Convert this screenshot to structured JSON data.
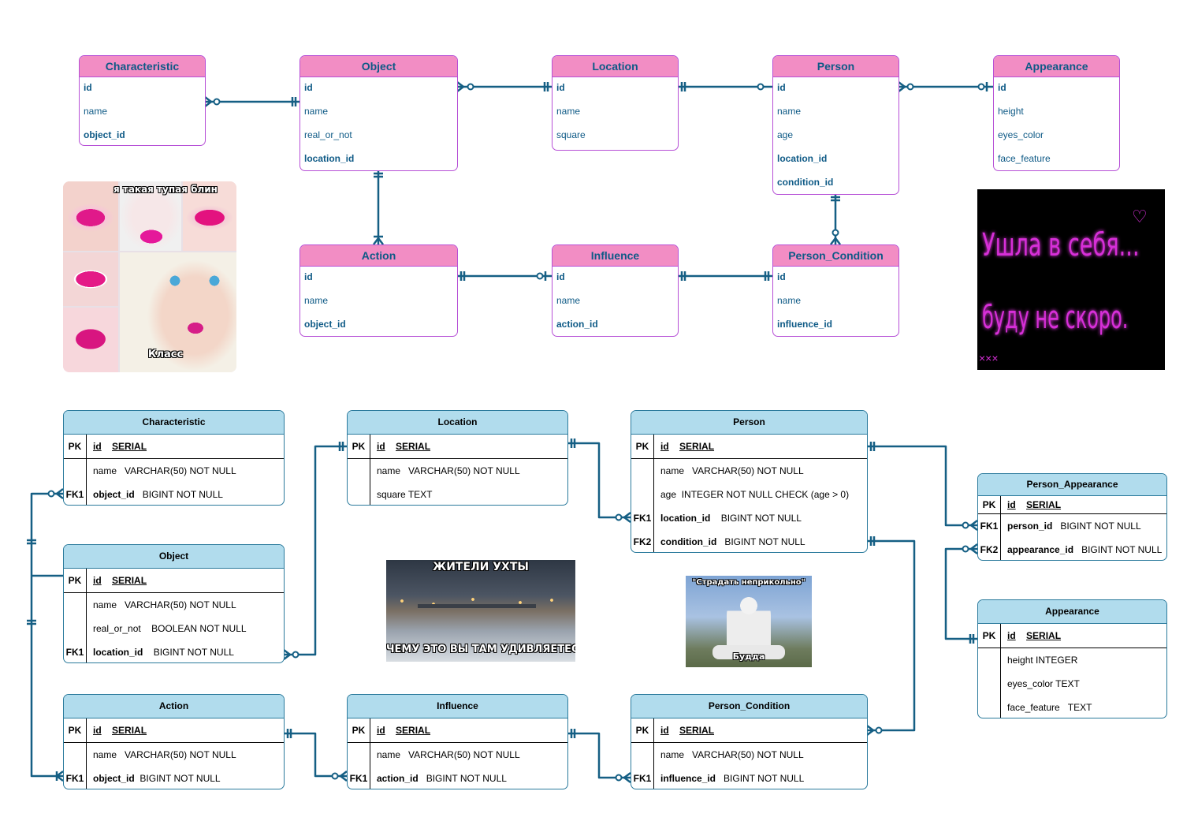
{
  "conceptual": {
    "characteristic": {
      "title": "Characteristic",
      "fields": [
        "id",
        "name",
        "object_id"
      ]
    },
    "object": {
      "title": "Object",
      "fields": [
        "id",
        "name",
        "real_or_not",
        "location_id"
      ]
    },
    "location": {
      "title": "Location",
      "fields": [
        "id",
        "name",
        "square"
      ]
    },
    "person": {
      "title": "Person",
      "fields": [
        "id",
        "name",
        "age",
        "location_id",
        "condition_id"
      ]
    },
    "appearance": {
      "title": "Appearance",
      "fields": [
        "id",
        "height",
        "eyes_color",
        "face_feature"
      ]
    },
    "action": {
      "title": "Action",
      "fields": [
        "id",
        "name",
        "object_id"
      ]
    },
    "influence": {
      "title": "Influence",
      "fields": [
        "id",
        "name",
        "action_id"
      ]
    },
    "person_condition": {
      "title": "Person_Condition",
      "fields": [
        "id",
        "name",
        "influence_id"
      ]
    }
  },
  "physical": {
    "characteristic": {
      "title": "Characteristic",
      "rows": [
        {
          "key": "PK",
          "name": "id",
          "type": "SERIAL"
        },
        {
          "key": "",
          "name": "name",
          "type": "VARCHAR(50) NOT NULL"
        },
        {
          "key": "FK1",
          "name": "object_id",
          "type": "BIGINT NOT NULL"
        }
      ]
    },
    "object": {
      "title": "Object",
      "rows": [
        {
          "key": "PK",
          "name": "id",
          "type": "SERIAL"
        },
        {
          "key": "",
          "name": "name",
          "type": "VARCHAR(50) NOT NULL"
        },
        {
          "key": "",
          "name": "real_or_not",
          "type": "BOOLEAN NOT NULL"
        },
        {
          "key": "FK1",
          "name": "location_id",
          "type": "BIGINT NOT NULL"
        }
      ]
    },
    "location": {
      "title": "Location",
      "rows": [
        {
          "key": "PK",
          "name": "id",
          "type": "SERIAL"
        },
        {
          "key": "",
          "name": "name",
          "type": "VARCHAR(50) NOT NULL"
        },
        {
          "key": "",
          "name": "square",
          "type": "TEXT"
        }
      ]
    },
    "person": {
      "title": "Person",
      "rows": [
        {
          "key": "PK",
          "name": "id",
          "type": "SERIAL"
        },
        {
          "key": "",
          "name": "name",
          "type": "VARCHAR(50) NOT NULL"
        },
        {
          "key": "",
          "name": "age",
          "type": "INTEGER NOT NULL CHECK  (age > 0)"
        },
        {
          "key": "FK1",
          "name": "location_id",
          "type": "BIGINT NOT NULL"
        },
        {
          "key": "FK2",
          "name": "condition_id",
          "type": "BIGINT NOT NULL"
        }
      ]
    },
    "person_appearance": {
      "title": "Person_Appearance",
      "rows": [
        {
          "key": "PK",
          "name": "id",
          "type": "SERIAL"
        },
        {
          "key": "FK1",
          "name": "person_id",
          "type": "BIGINT NOT NULL"
        },
        {
          "key": "FK2",
          "name": "appearance_id",
          "type": "BIGINT NOT NULL"
        }
      ]
    },
    "appearance": {
      "title": "Appearance",
      "rows": [
        {
          "key": "PK",
          "name": "id",
          "type": "SERIAL"
        },
        {
          "key": "",
          "name": "height",
          "type": "INTEGER"
        },
        {
          "key": "",
          "name": "eyes_color",
          "type": "TEXT"
        },
        {
          "key": "",
          "name": "face_feature",
          "type": "TEXT"
        }
      ]
    },
    "action": {
      "title": "Action",
      "rows": [
        {
          "key": "PK",
          "name": "id",
          "type": "SERIAL"
        },
        {
          "key": "",
          "name": "name",
          "type": "VARCHAR(50) NOT NULL"
        },
        {
          "key": "FK1",
          "name": "object_id",
          "type": "BIGINT NOT NULL"
        }
      ]
    },
    "influence": {
      "title": "Influence",
      "rows": [
        {
          "key": "PK",
          "name": "id",
          "type": "SERIAL"
        },
        {
          "key": "",
          "name": "name",
          "type": "VARCHAR(50) NOT NULL"
        },
        {
          "key": "FK1",
          "name": "action_id",
          "type": "BIGINT NOT NULL"
        }
      ]
    },
    "person_condition": {
      "title": "Person_Condition",
      "rows": [
        {
          "key": "PK",
          "name": "id",
          "type": "SERIAL"
        },
        {
          "key": "",
          "name": "name",
          "type": "VARCHAR(50) NOT NULL"
        },
        {
          "key": "FK1",
          "name": "influence_id",
          "type": "BIGINT NOT NULL"
        }
      ]
    }
  },
  "images": {
    "lips_top": "я такая тупая блин",
    "lips_bottom": "Класс",
    "neon_line1": "Ушла в себя...",
    "neon_line2": "буду не скоро.",
    "city_top": "ЖИТЕЛИ УХТЫ",
    "city_bottom": "ЧЕМУ ЭТО ВЫ ТАМ УДИВЛЯЕТЕСЬ",
    "buddha_top": "\"Страдать неприкольно\"",
    "buddha_bottom": "Будда"
  },
  "colors": {
    "edge": "#155f84",
    "pink_header": "#f28dc4",
    "pink_border": "#b64fd6",
    "blue_header": "#b1dced",
    "blue_border": "#2a7a9c",
    "entity_text": "#0e5a86"
  }
}
